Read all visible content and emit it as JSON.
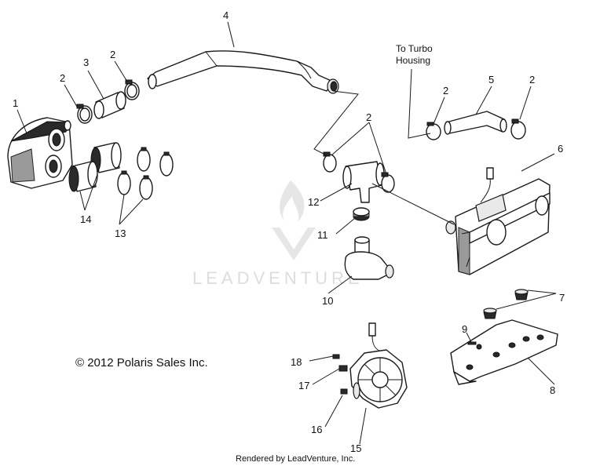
{
  "copyright": "© 2012 Polaris Sales Inc.",
  "footer": "Rendered by LeadVenture, Inc.",
  "watermark": "LEADVENTURE",
  "note": {
    "line1": "To Turbo",
    "line2": "Housing"
  },
  "callouts": {
    "c1": "1",
    "c2a": "2",
    "c2b": "2",
    "c2c": "2",
    "c2d": "2",
    "c2e": "2",
    "c3": "3",
    "c4": "4",
    "c5": "5",
    "c6": "6",
    "c7": "7",
    "c8": "8",
    "c9": "9",
    "c10": "10",
    "c11": "11",
    "c12": "12",
    "c13": "13",
    "c14": "14",
    "c15": "15",
    "c16": "16",
    "c17": "17",
    "c18": "18"
  }
}
